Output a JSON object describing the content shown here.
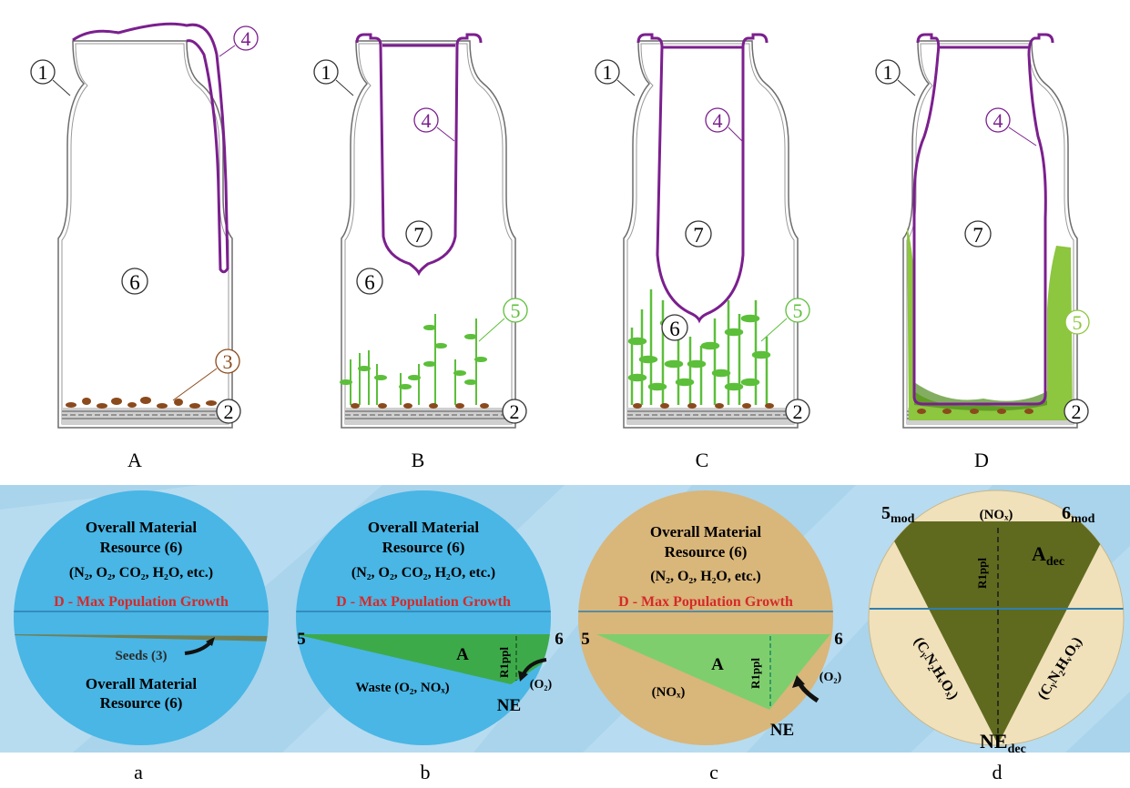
{
  "colors": {
    "purple": "#7b1f8e",
    "brown": "#8b4a1c",
    "green": "#5cbf3a",
    "lightgreen": "#8dc63f",
    "circle_blue": "#49b6e5",
    "circle_tan": "#d9b67a",
    "circle_cream": "#f0e1bb",
    "olive": "#5f6a1f",
    "red": "#d42a2a",
    "bg_blue": "#a9d4ec"
  },
  "top_panels": [
    {
      "letter": "A",
      "callouts": {
        "bottle": "1",
        "base": "2",
        "seeds": "3",
        "bag": "4",
        "space": "6"
      }
    },
    {
      "letter": "B",
      "callouts": {
        "bottle": "1",
        "base": "2",
        "plants": "5",
        "bag": "4",
        "space": "6",
        "inner": "7"
      }
    },
    {
      "letter": "C",
      "callouts": {
        "bottle": "1",
        "base": "2",
        "plants": "5",
        "bag": "4",
        "space": "6",
        "inner": "7"
      }
    },
    {
      "letter": "D",
      "callouts": {
        "bottle": "1",
        "base": "2",
        "plants": "5",
        "bag": "4",
        "inner": "7"
      }
    }
  ],
  "bottom_panels": {
    "a": {
      "letter": "a",
      "title_lines": [
        "Overall Material",
        "Resource (6)",
        "(N₂, O₂, CO₂, H₂O, etc.)"
      ],
      "limit": "D - Max  Population Growth",
      "seeds": "Seeds (3)",
      "bottom_lines": [
        "Overall Material",
        "Resource (6)"
      ]
    },
    "b": {
      "letter": "b",
      "title_lines": [
        "Overall Material",
        "Resource (6)",
        "(N₂, O₂, CO₂, H₂O, etc.)"
      ],
      "limit": "D - Max  Population Growth",
      "left": "5",
      "right": "6",
      "area": "A",
      "rippl": "R1ppl",
      "waste": "Waste (O₂, NOₓ)",
      "o2": "(O₂)",
      "ne": "NE"
    },
    "c": {
      "letter": "c",
      "title_lines": [
        "Overall Material",
        "Resource (6)",
        "(N₂, O₂, H₂O, etc.)"
      ],
      "limit": "D - Max  Population Growth",
      "left": "5",
      "right": "6",
      "area": "A",
      "rippl": "R1ppl",
      "nox": "(NOₓ)",
      "o2": "(O₂)",
      "ne": "NE"
    },
    "d": {
      "letter": "d",
      "left": "5",
      "left_sub": "mod",
      "right": "6",
      "right_sub": "mod",
      "nox": "(NOₓ)",
      "area": "A",
      "area_sub": "dec",
      "rippl": "R1ppl",
      "formula": "(CᵧN₂HᵥOₓ)",
      "ne": "NE",
      "ne_sub": "dec"
    }
  }
}
